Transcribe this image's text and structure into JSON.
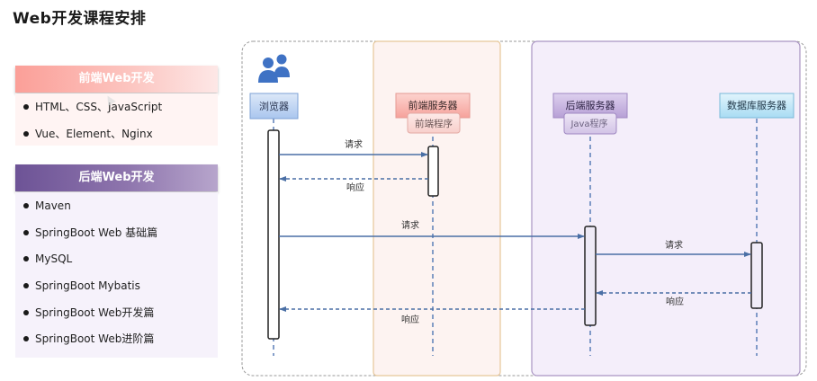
{
  "page": {
    "title": "Web开发课程安排"
  },
  "frontend": {
    "header": "前端Web开发",
    "items": [
      "HTML、CSS、JavaScript",
      "Vue、Element、Nginx"
    ]
  },
  "backend": {
    "header": "后端Web开发",
    "items": [
      "Maven",
      "SpringBoot Web 基础篇",
      "MySQL",
      "SpringBoot Mybatis",
      "SpringBoot Web开发篇",
      "SpringBoot Web进阶篇"
    ]
  },
  "diagram": {
    "actors": {
      "browser": "浏览器",
      "frontend_server": "前端服务器",
      "frontend_program": "前端程序",
      "backend_server": "后端服务器",
      "backend_program": "Java程序",
      "db_server": "数据库服务器"
    },
    "messages": {
      "req1": "请求",
      "resp1": "响应",
      "req2": "请求",
      "resp2": "响应",
      "req3": "请求",
      "resp3": "响应"
    },
    "colors": {
      "arrow": "#4a6fa5",
      "frontend_zone_fill": "#fdf3f1",
      "frontend_zone_border": "#e7c79a",
      "backend_zone_fill": "#f4eefa",
      "backend_zone_border": "#a994c2",
      "browser_box": "#c9dbf4",
      "frontend_box": "#f9b9b4",
      "backend_box": "#c9b5e2",
      "db_box": "#bfe6f7"
    }
  }
}
